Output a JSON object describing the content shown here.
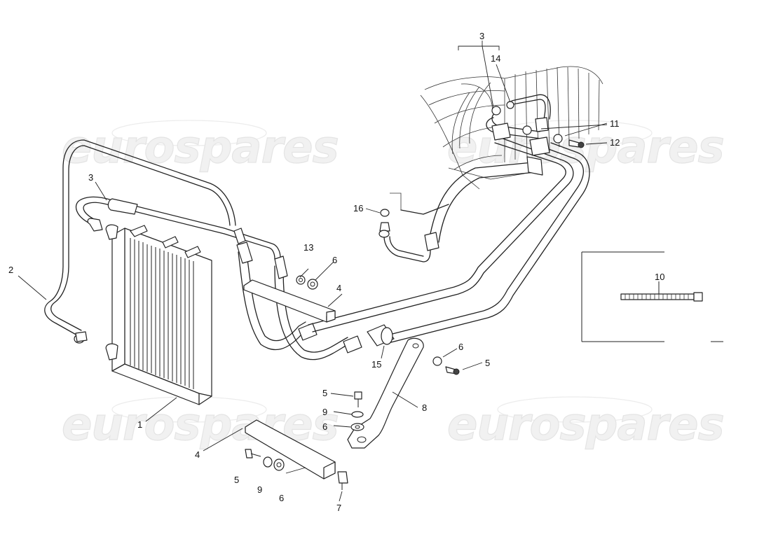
{
  "watermark": {
    "text": "eurospares"
  },
  "callouts": [
    {
      "id": "c1",
      "text": "1"
    },
    {
      "id": "c2",
      "text": "2"
    },
    {
      "id": "c3a",
      "text": "3"
    },
    {
      "id": "c3b",
      "text": "3"
    },
    {
      "id": "c4a",
      "text": "4"
    },
    {
      "id": "c4b",
      "text": "4"
    },
    {
      "id": "c5a",
      "text": "5"
    },
    {
      "id": "c5b",
      "text": "5"
    },
    {
      "id": "c5c",
      "text": "5"
    },
    {
      "id": "c6a",
      "text": "6"
    },
    {
      "id": "c6b",
      "text": "6"
    },
    {
      "id": "c6c",
      "text": "6"
    },
    {
      "id": "c6d",
      "text": "6"
    },
    {
      "id": "c7",
      "text": "7"
    },
    {
      "id": "c8",
      "text": "8"
    },
    {
      "id": "c9a",
      "text": "9"
    },
    {
      "id": "c9b",
      "text": "9"
    },
    {
      "id": "c10",
      "text": "10"
    },
    {
      "id": "c11",
      "text": "11"
    },
    {
      "id": "c12",
      "text": "12"
    },
    {
      "id": "c13",
      "text": "13"
    },
    {
      "id": "c14",
      "text": "14"
    },
    {
      "id": "c15",
      "text": "15"
    },
    {
      "id": "c16",
      "text": "16"
    }
  ]
}
